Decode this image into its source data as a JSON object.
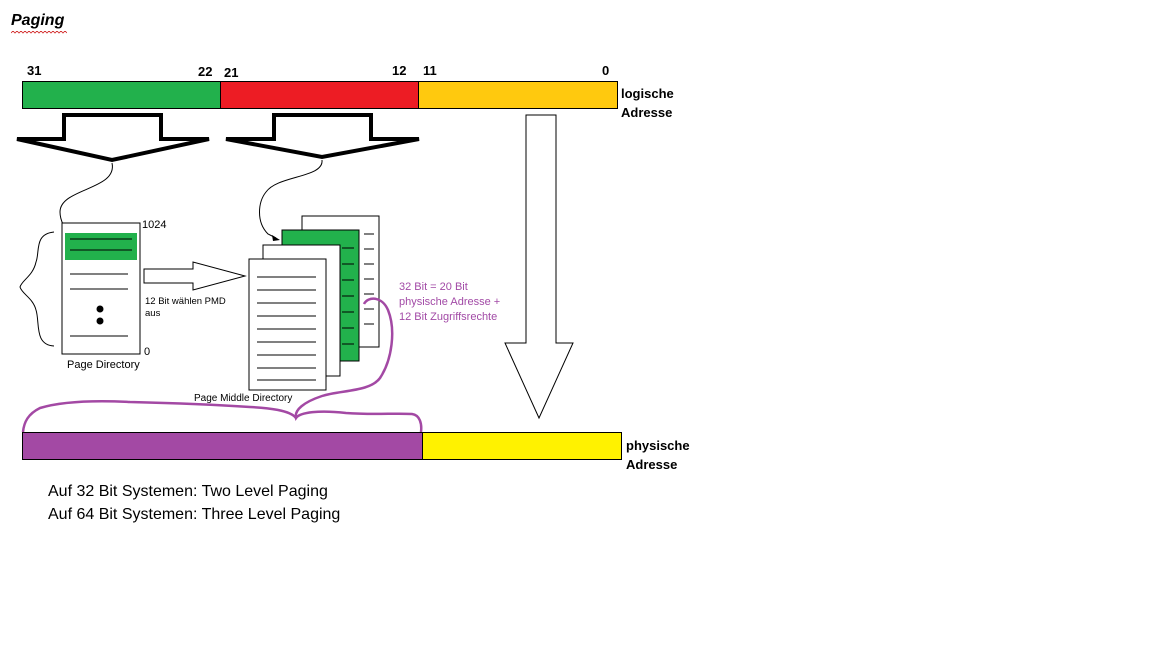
{
  "title": "Paging",
  "bit_labels": {
    "b31": "31",
    "b22": "22",
    "b21": "21",
    "b12": "12",
    "b11": "11",
    "b0": "0"
  },
  "logical_address": {
    "line1": "logische",
    "line2": "Adresse"
  },
  "physical_address": {
    "line1": "physische",
    "line2": "Adresse"
  },
  "page_directory": {
    "top_index": "1024",
    "bottom_index": "0",
    "caption": "Page Directory",
    "pmd_note_line1": "12 Bit wählen PMD",
    "pmd_note_line2": "aus"
  },
  "page_middle_directory": {
    "caption": "Page Middle Directory"
  },
  "entry_note": {
    "line1": "32 Bit = 20 Bit",
    "line2": "physische Adresse +",
    "line3": "12 Bit Zugriffsrechte"
  },
  "notes": [
    "Auf 32 Bit Systemen: Two Level Paging",
    "Auf 64 Bit Systemen: Three Level Paging"
  ],
  "colors": {
    "green": "#22b14c",
    "red": "#ed1c24",
    "orange": "#ffc90e",
    "purple": "#a349a4",
    "yellow": "#fff200",
    "annotation": "#a24aa6"
  }
}
